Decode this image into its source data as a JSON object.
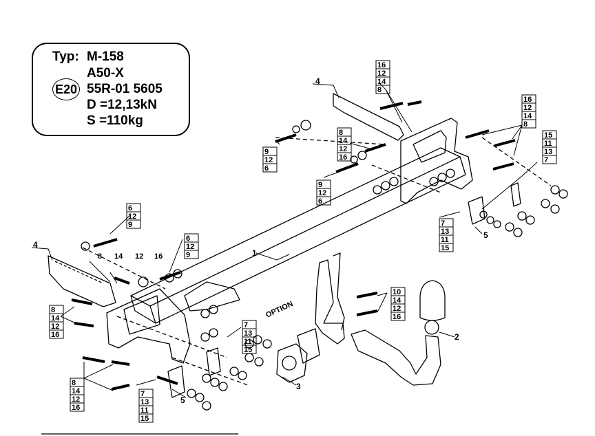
{
  "spec": {
    "type_label": "Typ:",
    "type_value": "M-158",
    "variant": "A50-X",
    "cert_mark": "E20",
    "approval": "55R-01 5605",
    "d_value": "D =12,13kN",
    "s_value": "S =110kg"
  },
  "option_label": "OPTION",
  "callouts": {
    "c1": "1",
    "c2": "2",
    "c3": "3",
    "c4a": "4",
    "c4b": "4",
    "c5a": "5",
    "c5b": "5",
    "c6a": "6",
    "c6b": "6",
    "c7a": "7",
    "c7b": "7",
    "c7c": "7",
    "c8a": "8",
    "c8b": "8",
    "c8c": "8",
    "c8d": "8",
    "c8e": "8",
    "c9": "9",
    "c10": "10",
    "c11": "11",
    "c12": "12",
    "c13": "13",
    "c14": "14",
    "c15": "15",
    "c16": "16"
  },
  "stacks": {
    "top_mid": [
      "16",
      "12",
      "14",
      "8"
    ],
    "top_right": [
      "16",
      "12",
      "14",
      "8"
    ],
    "right": [
      "15",
      "11",
      "13",
      "7"
    ],
    "mid_8": [
      "8",
      "14",
      "12",
      "16"
    ],
    "mid_9": [
      "9",
      "12",
      "6"
    ],
    "mid_9b": [
      "9",
      "12",
      "6"
    ],
    "c7_mid": [
      "7",
      "13",
      "11",
      "15"
    ],
    "left_6a": [
      "6",
      "12",
      "9"
    ],
    "left_6b": [
      "6",
      "12",
      "9"
    ],
    "row_8": [
      "8",
      "14",
      "12",
      "16"
    ],
    "left_8a": [
      "8",
      "14",
      "12",
      "16"
    ],
    "left_8b": [
      "8",
      "14",
      "12",
      "16"
    ],
    "bottom_7": [
      "7",
      "13",
      "11",
      "15"
    ],
    "c10": [
      "10",
      "14",
      "12",
      "16"
    ],
    "c7_center": [
      "7",
      "13",
      "11",
      "15"
    ]
  }
}
